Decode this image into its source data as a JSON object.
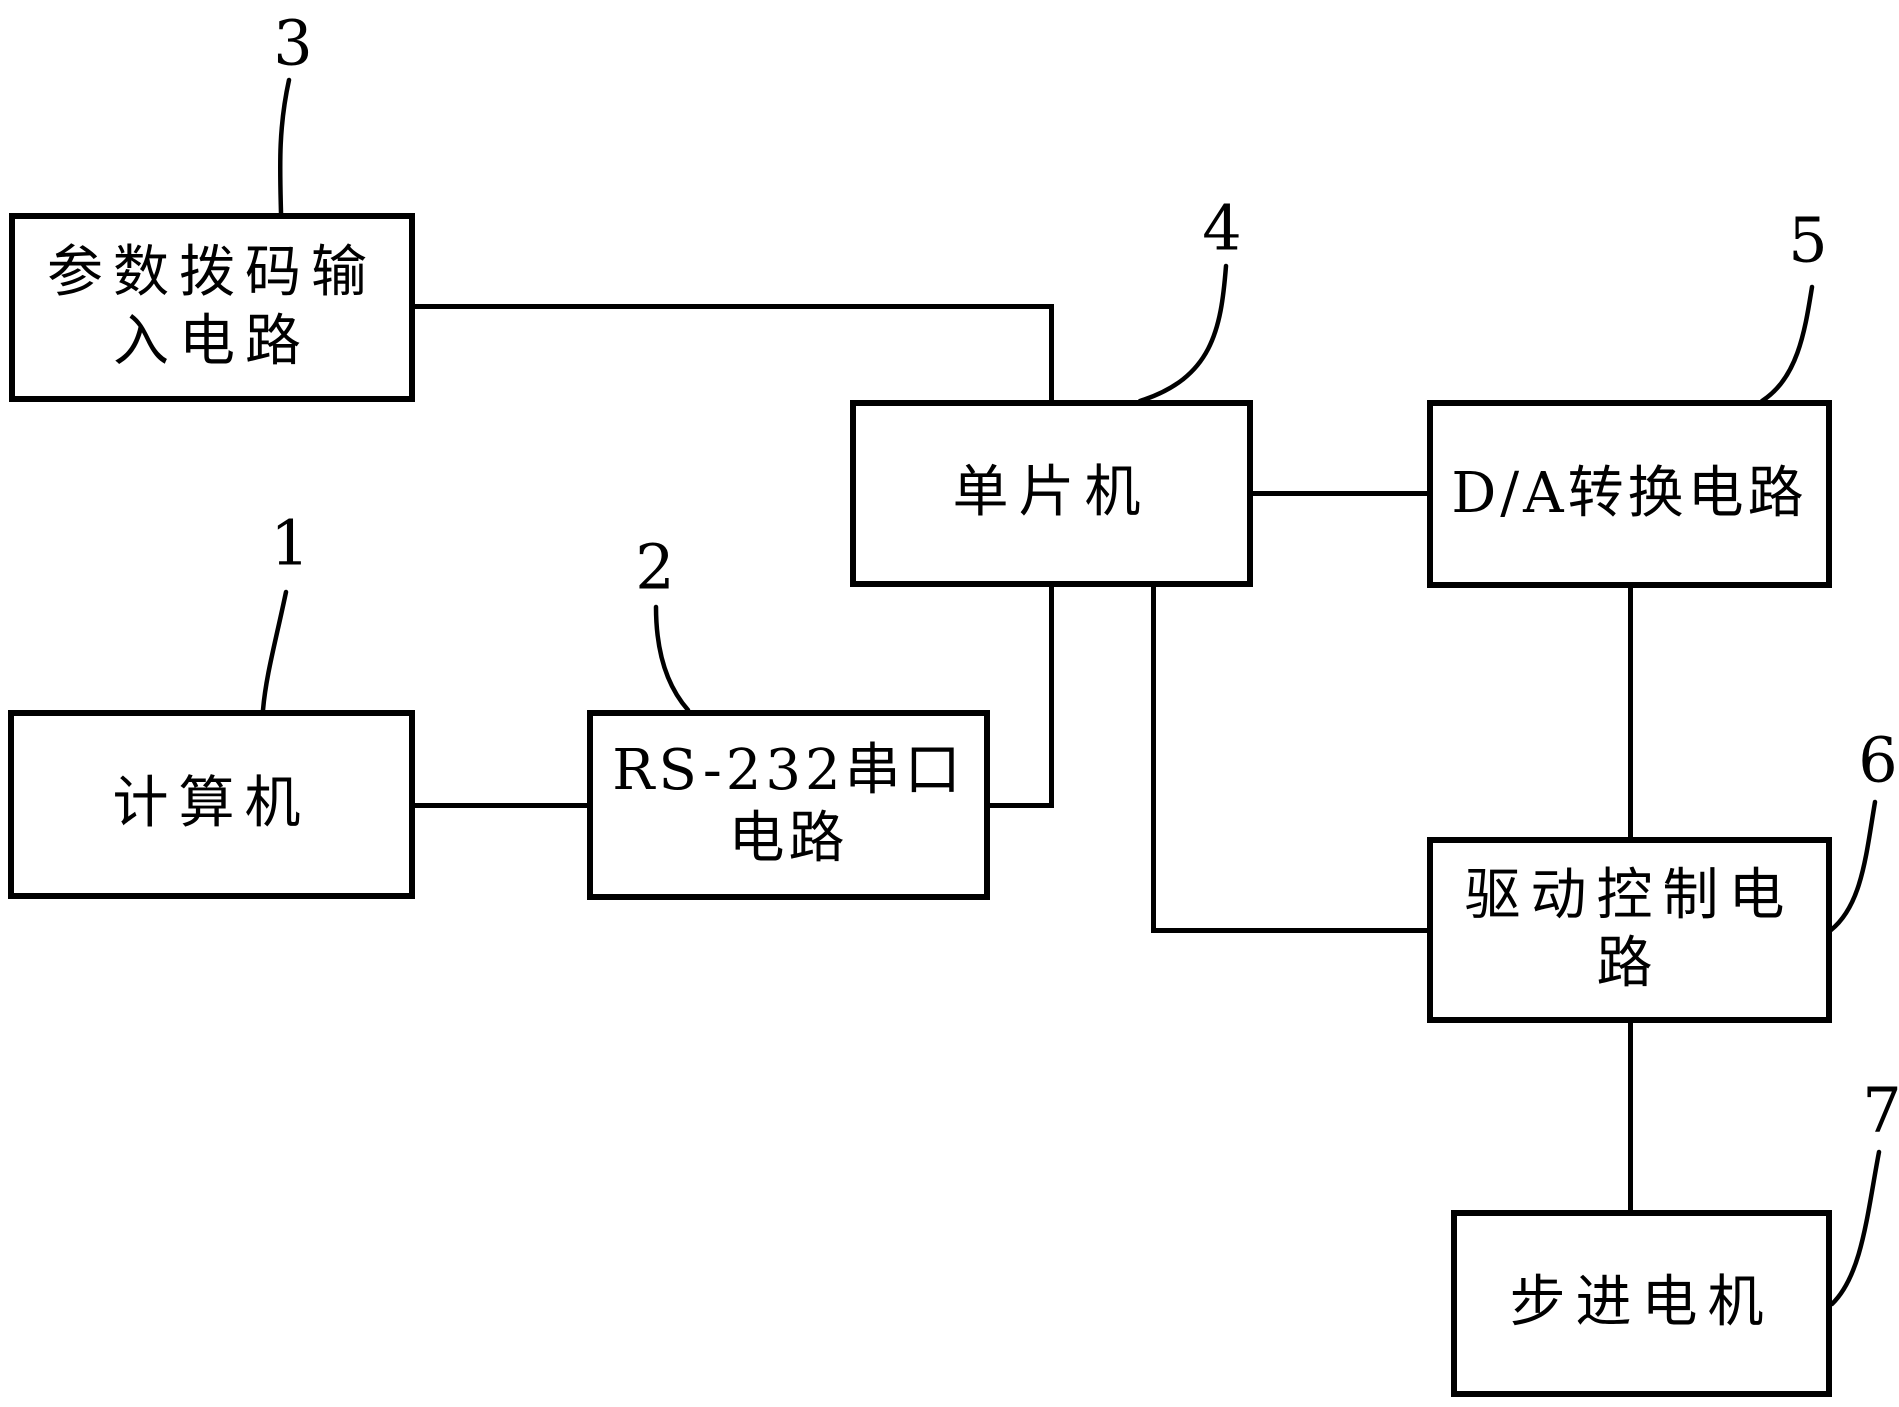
{
  "figure": {
    "background_color": "#ffffff",
    "line_color": "#000000",
    "blocks": [
      {
        "ref": "1",
        "lines": [
          "计算机"
        ]
      },
      {
        "ref": "2",
        "lines": [
          "RS-232串口",
          "电路"
        ]
      },
      {
        "ref": "3",
        "lines": [
          "参数拨码输",
          "入电路"
        ]
      },
      {
        "ref": "4",
        "lines": [
          "单片机"
        ]
      },
      {
        "ref": "5",
        "lines": [
          "D/A转换电路"
        ]
      },
      {
        "ref": "6",
        "lines": [
          "驱动控制电",
          "路"
        ]
      },
      {
        "ref": "7",
        "lines": [
          "步进电机"
        ]
      }
    ]
  }
}
